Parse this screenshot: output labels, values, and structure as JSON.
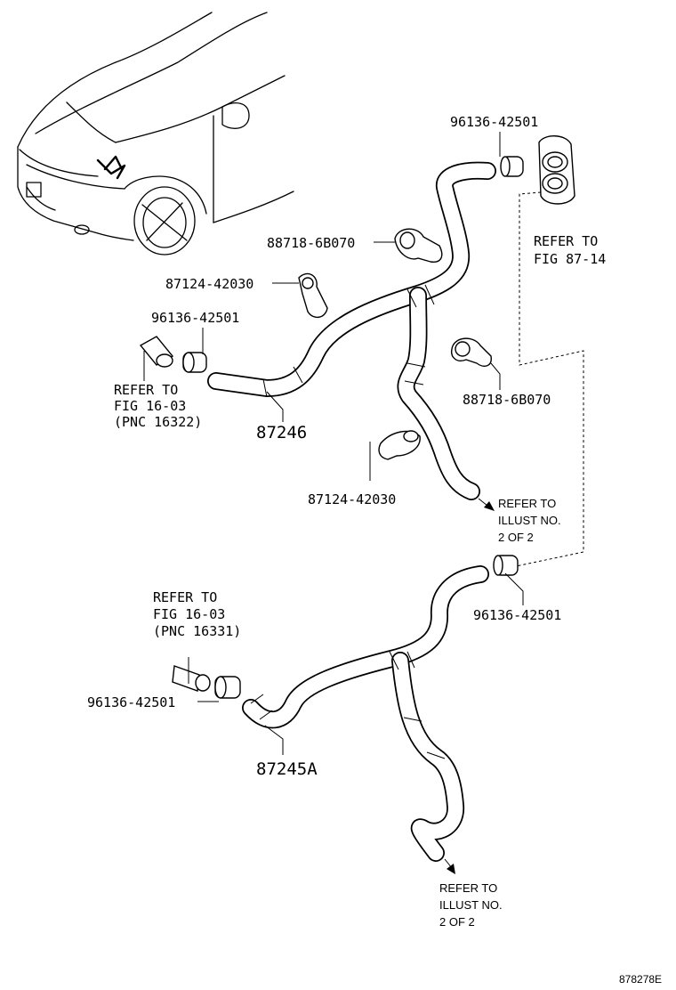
{
  "diagram": {
    "figure_id": "878278E",
    "labels": {
      "clamp_top": "96136-42501",
      "clamp_left_upper": "96136-42501",
      "clamp_mid_right": "96136-42501",
      "clamp_left_lower": "96136-42501",
      "clip_upper_1": "88718-6B070",
      "clip_upper_2": "88718-6B070",
      "clamp_holder_upper": "87124-42030",
      "clamp_holder_lower": "87124-42030",
      "hose_upper": "87246",
      "hose_lower": "87245A"
    },
    "refs": {
      "fig_87_14": [
        "REFER TO",
        "FIG 87-14"
      ],
      "fig_16_03_a": [
        "REFER TO",
        "FIG 16-03",
        "(PNC 16322)"
      ],
      "fig_16_03_b": [
        "REFER TO",
        "FIG 16-03",
        "(PNC 16331)"
      ],
      "illust_upper": [
        "REFER TO",
        "ILLUST NO.",
        "2 OF 2"
      ],
      "illust_lower": [
        "REFER TO",
        "ILLUST NO.",
        "2 OF 2"
      ]
    }
  }
}
